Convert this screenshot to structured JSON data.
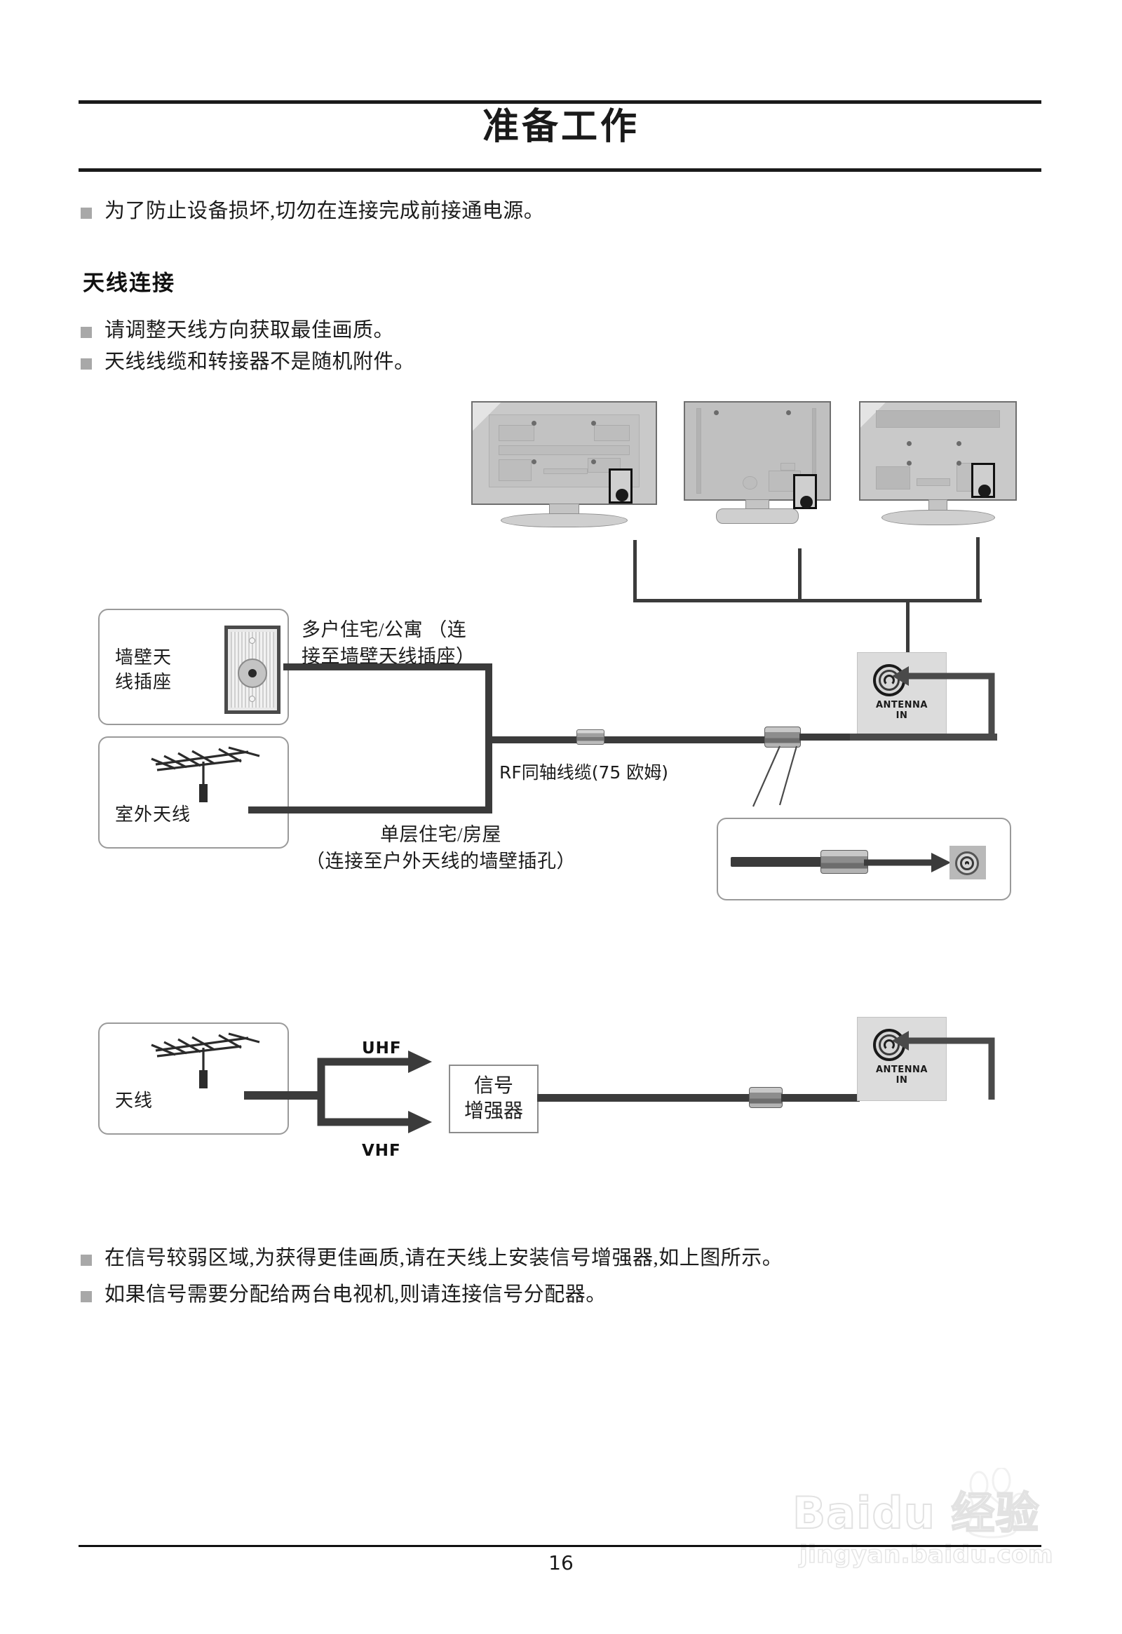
{
  "document": {
    "page_title": "准备工作",
    "page_number": "16"
  },
  "intro": {
    "warning": "为了防止设备损坏,切勿在连接完成前接通电源。"
  },
  "antenna_section": {
    "heading": "天线连接",
    "bullets": [
      "请调整天线方向获取最佳画质。",
      "天线线缆和转接器不是随机附件。"
    ]
  },
  "figure1": {
    "wall_socket_box_label": "墙壁天\n线插座",
    "wall_socket_box_label_line1": "墙壁天",
    "wall_socket_box_label_line2": "线插座",
    "outdoor_antenna_box_label": "室外天线",
    "apartment_note_line1": "多户住宅/公寓 （连",
    "apartment_note_line2": "接至墙壁天线插座）",
    "cable_label": "RF同轴线缆(75 欧姆)",
    "house_note_line1": "单层住宅/房屋",
    "house_note_line2": "（连接至户外天线的墙壁插孔）",
    "jack_caption_line1": "ANTENNA",
    "jack_caption_line2": "IN"
  },
  "figure2": {
    "antenna_box_label": "天线",
    "uhf_label": "UHF",
    "vhf_label": "VHF",
    "booster_line1": "信号",
    "booster_line2": "增强器",
    "jack_caption_line1": "ANTENNA",
    "jack_caption_line2": "IN"
  },
  "bottom_notes": {
    "bullets": [
      "在信号较弱区域,为获得更佳画质,请在天线上安装信号增强器,如上图所示。",
      "如果信号需要分配给两台电视机,则请连接信号分配器。"
    ]
  },
  "watermark": {
    "main": "Baidu 经验",
    "sub": "jingyan.baidu.com"
  },
  "colors": {
    "rule": "#1a1a1a",
    "bullet_square": "#a8a8a8",
    "cable": "#3b3b3b",
    "panel": "#dcdcdc",
    "text": "#1c1c1c"
  }
}
